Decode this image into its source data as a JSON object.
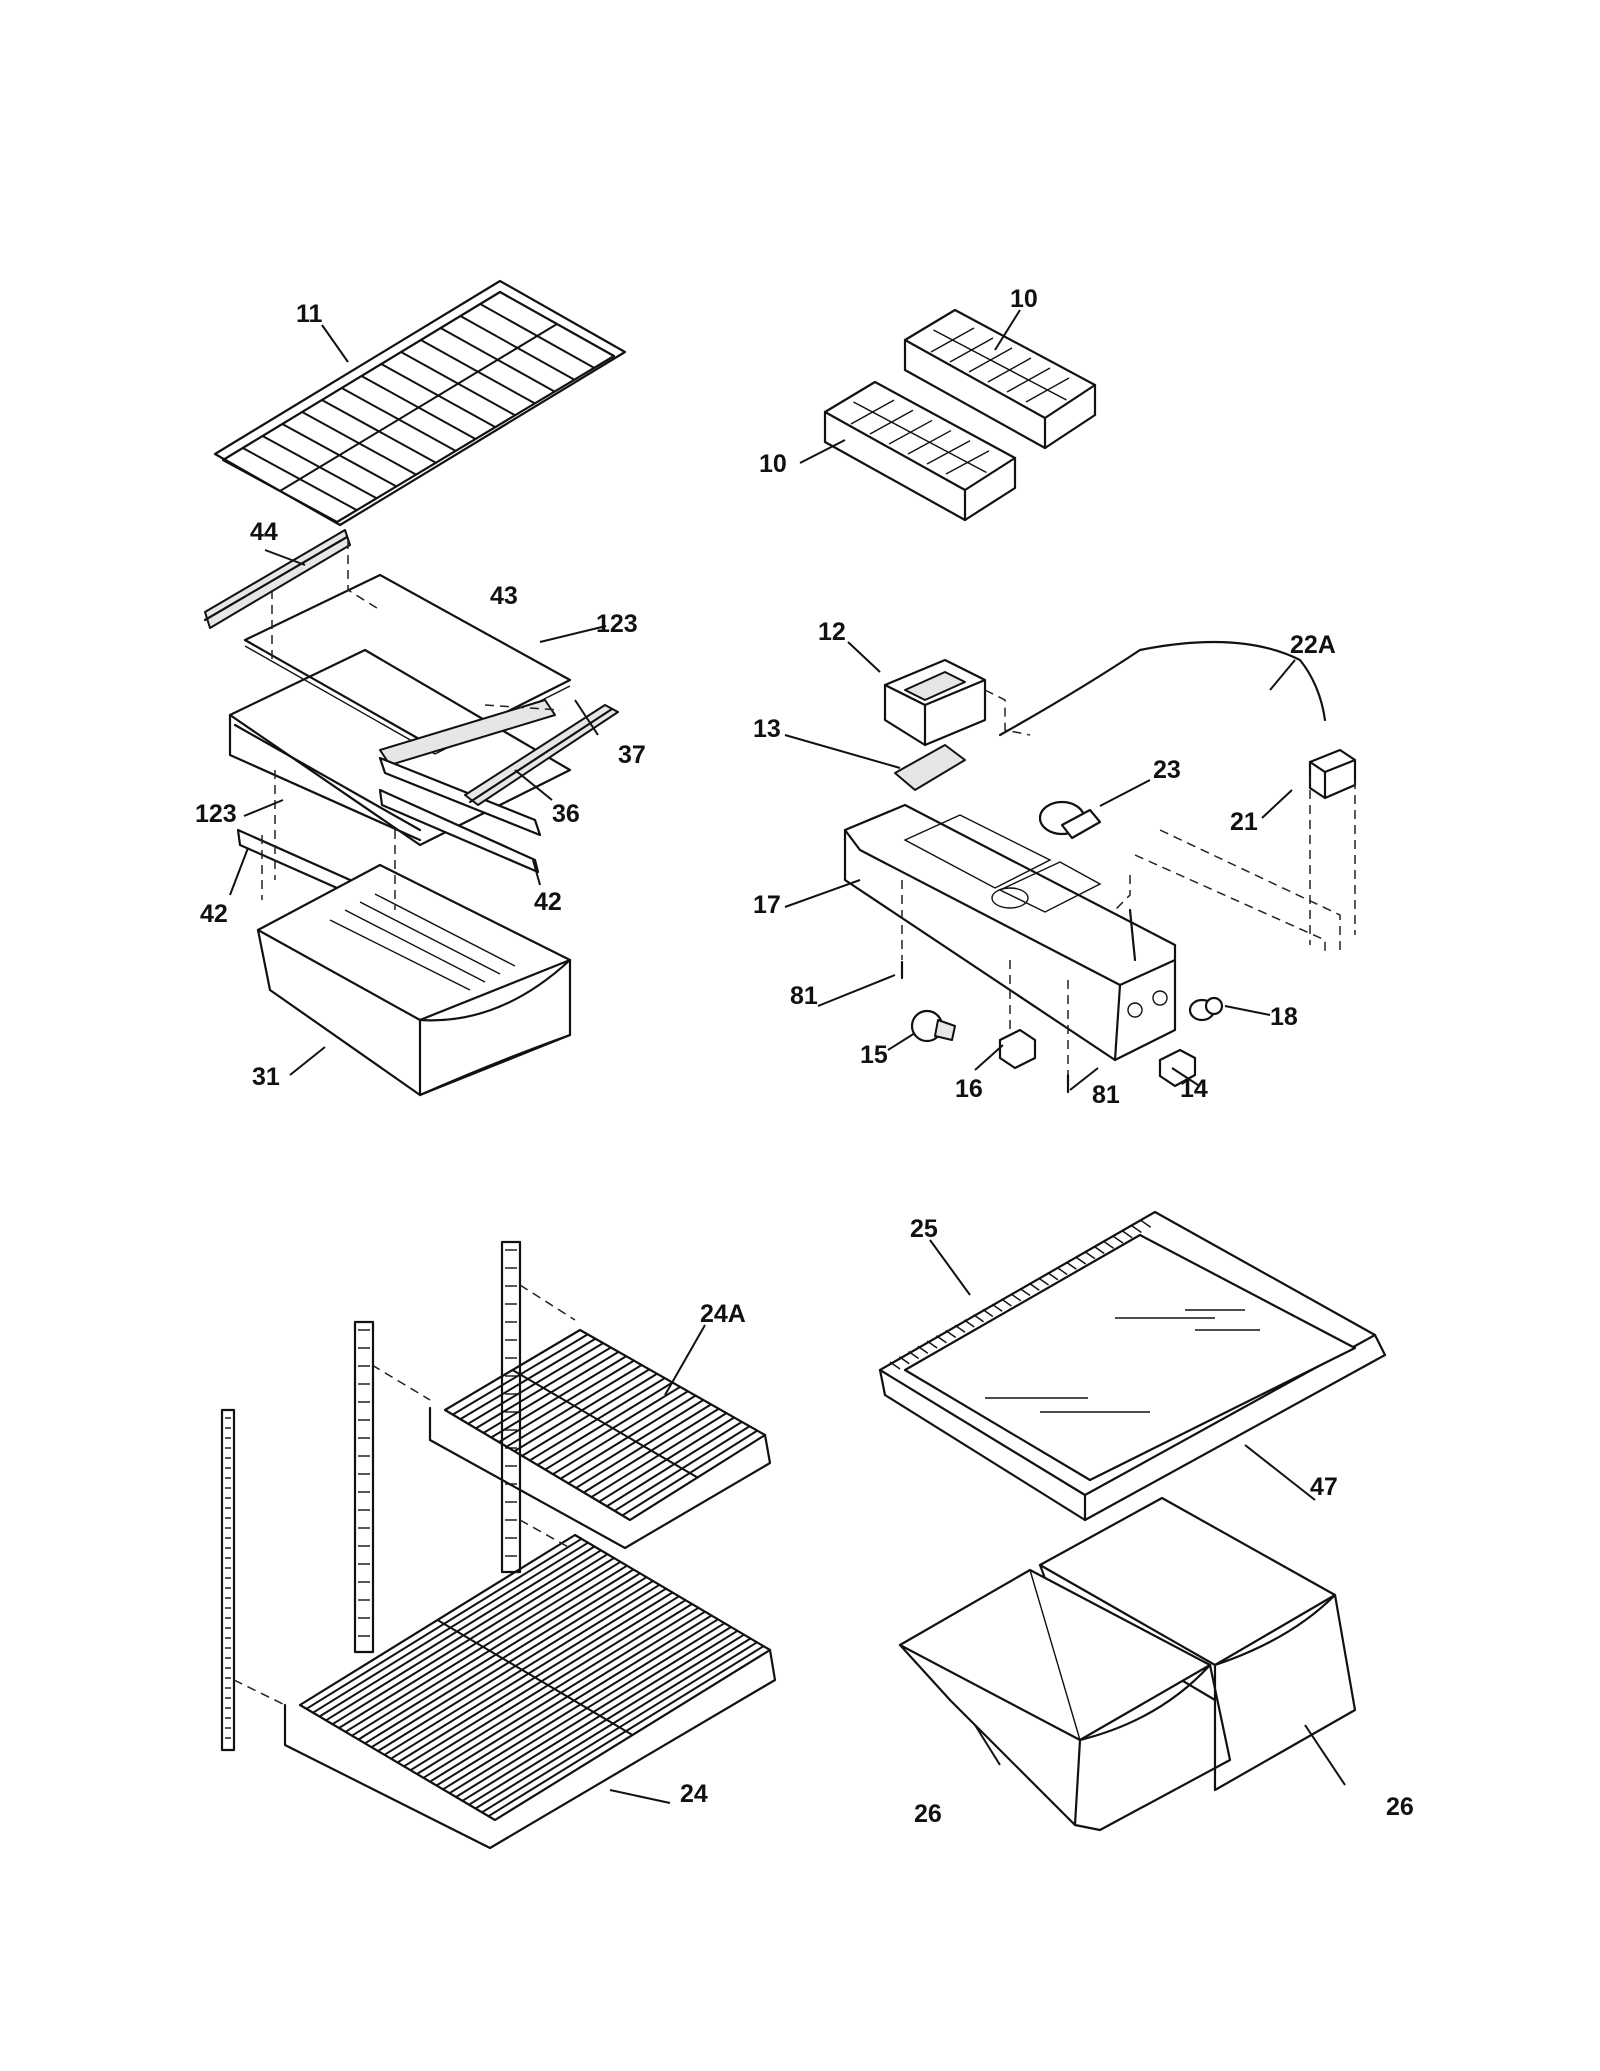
{
  "callouts": {
    "c11": "11",
    "c10a": "10",
    "c10b": "10",
    "c44": "44",
    "c43": "43",
    "c123a": "123",
    "c37": "37",
    "c36": "36",
    "c123b": "123",
    "c42a": "42",
    "c42b": "42",
    "c31": "31",
    "c12": "12",
    "c22A": "22A",
    "c13": "13",
    "c23": "23",
    "c21": "21",
    "c17": "17",
    "c81a": "81",
    "c15": "15",
    "c16": "16",
    "c81b": "81",
    "c14": "14",
    "c18": "18",
    "c25": "25",
    "c24A": "24A",
    "c47": "47",
    "c24": "24",
    "c26a": "26",
    "c26b": "26"
  }
}
